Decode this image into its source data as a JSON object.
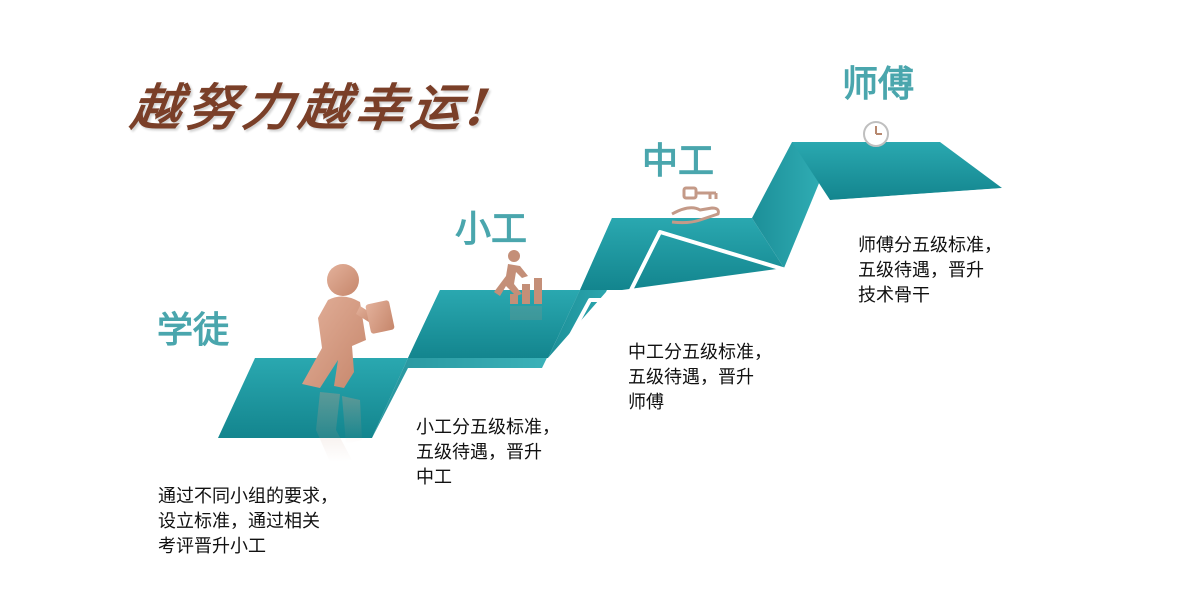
{
  "slogan": "越努力越幸运!",
  "colors": {
    "step_top": "#1a9aa3",
    "step_front": "#1f9ea6",
    "title": "#4aa6ad",
    "slogan": "#7a3f28",
    "figure": "#d69d83"
  },
  "stages": [
    {
      "title": "学徒",
      "icon": "walking-person-with-book-icon",
      "description": [
        "通过不同小组的要求，",
        "设立标准，通过相关",
        "考评晋升小工"
      ]
    },
    {
      "title": "小工",
      "icon": "runner-on-bar-chart-icon",
      "description": [
        "小工分五级标准，",
        "五级待遇，晋升",
        "中工"
      ]
    },
    {
      "title": "中工",
      "icon": "hand-holding-key-icon",
      "description": [
        "中工分五级标准，",
        "五级待遇，晋升",
        "师傅"
      ]
    },
    {
      "title": "师傅",
      "icon": "clock-icon",
      "description": [
        "师傅分五级标准，",
        "五级待遇，晋升",
        "技术骨干"
      ]
    }
  ]
}
